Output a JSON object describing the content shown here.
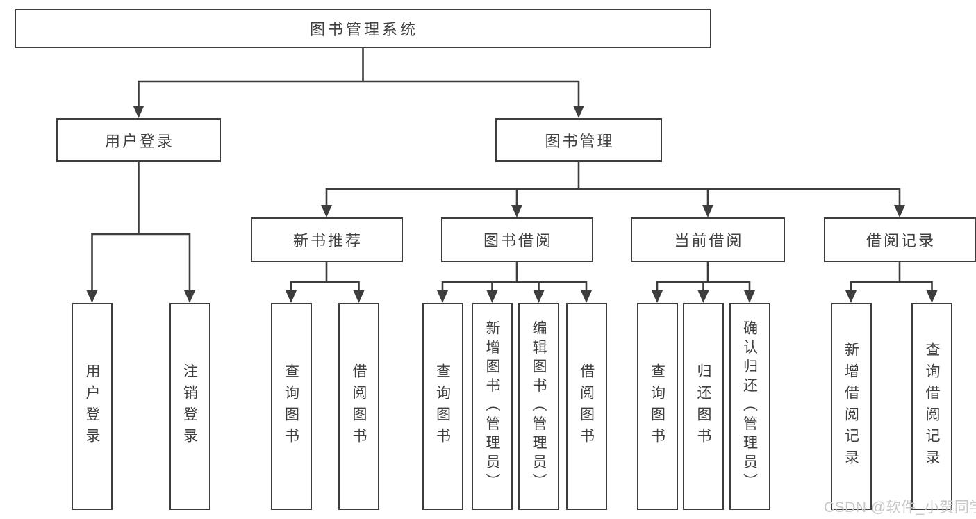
{
  "diagram": {
    "root": "图书管理系统",
    "level2": [
      "用户登录",
      "图书管理"
    ],
    "level3": [
      "新书推荐",
      "图书借阅",
      "当前借阅",
      "借阅记录"
    ],
    "leaves": {
      "user_login": [
        "用户登录",
        "注销登录"
      ],
      "new_book": [
        "查询图书",
        "借阅图书"
      ],
      "book_borrow": [
        "查询图书",
        "新增图书（管理员）",
        "编辑图书（管理员）",
        "借阅图书"
      ],
      "current_borrow": [
        "查询图书",
        "归还图书",
        "确认归还（管理员）"
      ],
      "borrow_records": [
        "新增借阅记录",
        "查询借阅记录"
      ]
    }
  },
  "watermark": "CSDN @软件_小贺同学",
  "colors": {
    "line": "#3d3d3d",
    "text": "#3f3f3f",
    "background": "#ffffff",
    "watermark": "#c7c7c7"
  }
}
